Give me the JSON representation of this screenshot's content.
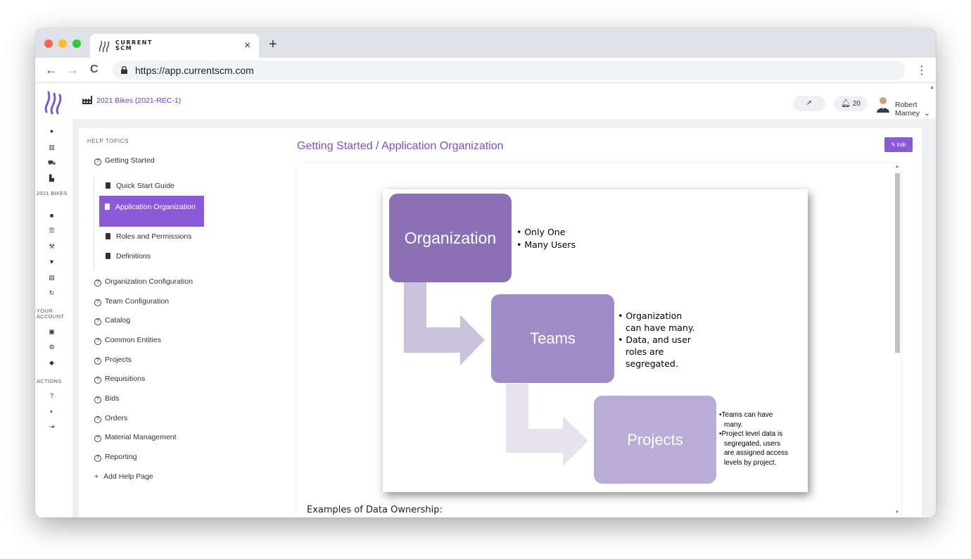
{
  "browser": {
    "tab_title": "CURRENT SCM",
    "tab_close": "×",
    "new_tab": "+",
    "url": "https://app.currentscm.com",
    "back": "←",
    "forward": "→",
    "reload": "C",
    "menu": "⋮"
  },
  "sidebar": {
    "section_project": "2021 BIKES",
    "section_account": "YOUR ACCOUNT",
    "section_actions": "ACTIONS"
  },
  "topbar": {
    "project_name": "2021 Bikes (2021-REC-1)",
    "notifications_count": "20",
    "user_name": "Robert Marney",
    "user_caret": "⌄"
  },
  "help": {
    "heading": "HELP TOPICS",
    "topics": [
      "Getting Started",
      "Organization Configuration",
      "Team Configuration",
      "Catalog",
      "Common Entities",
      "Projects",
      "Requisitions",
      "Bids",
      "Orders",
      "Material Management",
      "Reporting"
    ],
    "subtopics": [
      "Quick Start Guide",
      "Application Organization",
      "Roles and Permissions",
      "Definitions"
    ],
    "add_page": "Add Help Page",
    "add_icon": "+"
  },
  "page": {
    "title": "Getting Started / Application Organization",
    "edit_label": "Edit"
  },
  "diagram": {
    "boxes": [
      "Organization",
      "Teams",
      "Projects"
    ],
    "org_bullets": [
      "• Only One",
      "• Many Users"
    ],
    "teams_bullets": [
      "• Organization",
      "can have many.",
      "• Data, and user",
      "roles are",
      "segregated."
    ],
    "projects_bullets": [
      "•Teams can have",
      "many.",
      "•Project level data is",
      "segregated, users",
      "are assigned access",
      "levels by project."
    ],
    "colors": {
      "organization": "#8b70b6",
      "teams": "#a08bc6",
      "projects": "#b9acd7",
      "arrow1": "#cbc3dc",
      "arrow2": "#e6e3ee"
    }
  },
  "content": {
    "examples_heading": "Examples of Data Ownership:"
  },
  "colors": {
    "accent": "#8a5ad8",
    "title": "#7b50c8"
  }
}
